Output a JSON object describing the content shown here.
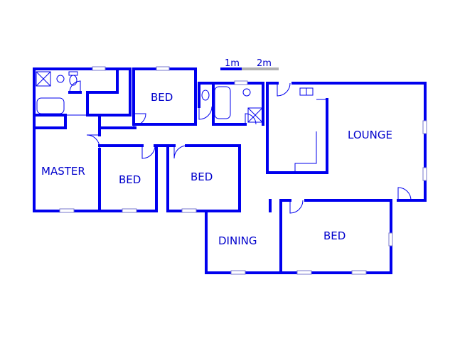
{
  "scale_bar": {
    "label_1": "1m",
    "label_2": "2m"
  },
  "rooms": {
    "bed_top": "BED",
    "master": "MASTER",
    "bed_middle_left": "BED",
    "bed_middle_right": "BED",
    "lounge": "LOUNGE",
    "dining": "DINING",
    "bed_bottom_right": "BED"
  },
  "colors": {
    "wall": "#0000ee",
    "label": "#0000cc",
    "scale_grey": "#b0b0b0"
  }
}
